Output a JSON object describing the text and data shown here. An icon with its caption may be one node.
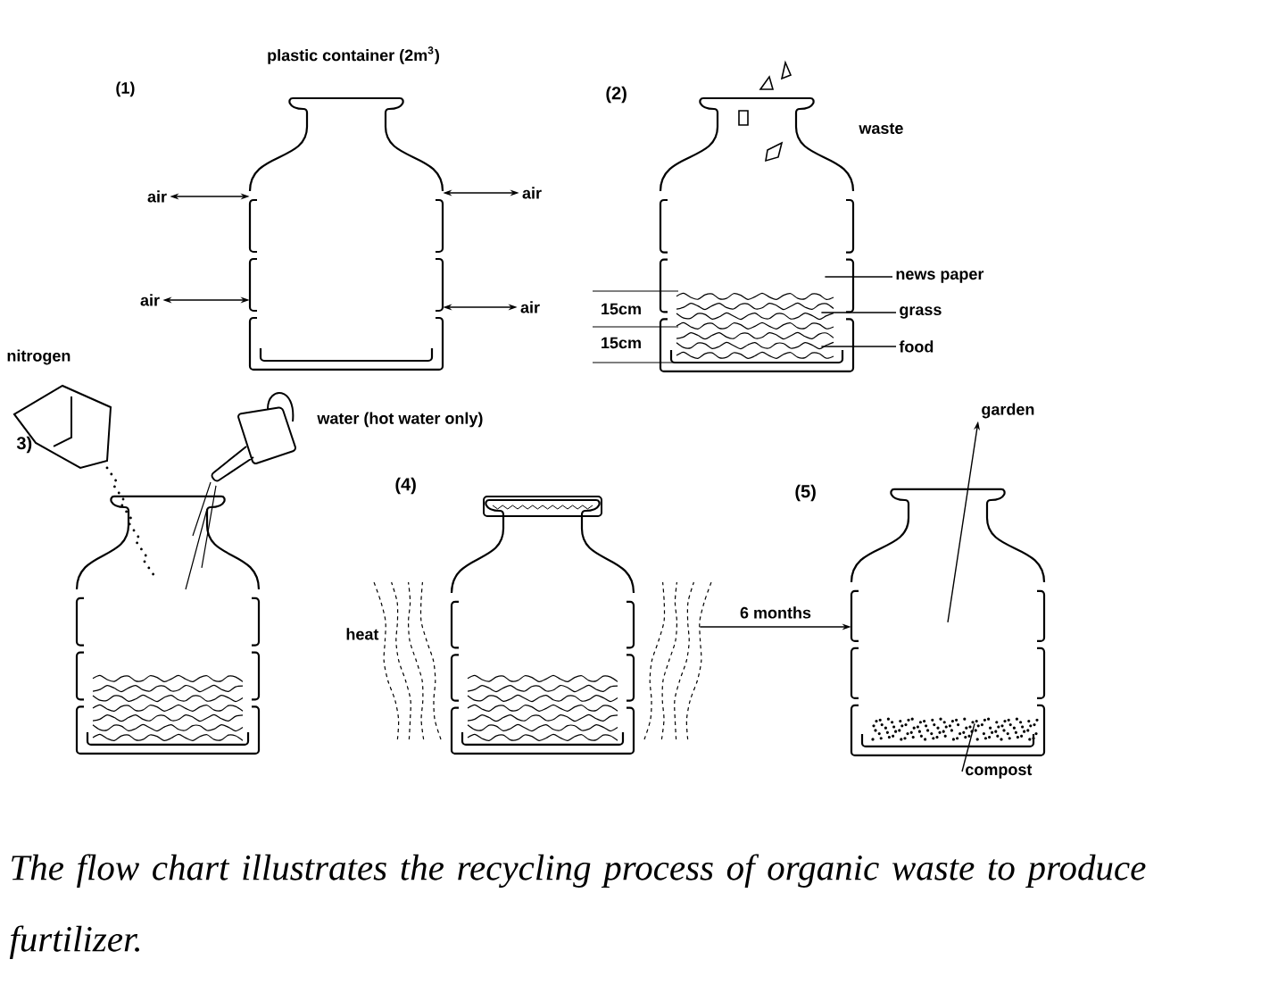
{
  "diagram": {
    "caption": "The flow chart illustrates the recycling process of organic waste to produce furtilizer.",
    "nodes": [
      {
        "text": [],
        "shape": "picture"
      },
      {
        "text": [
          "air"
        ]
      },
      {
        "text": [
          "air"
        ]
      },
      {
        "text": [
          "air"
        ]
      },
      {
        "text": [
          "air"
        ]
      },
      {
        "text": [],
        "shape": "picture",
        "beside": [
          "(2)",
          "waste"
        ]
      },
      {
        "text": [
          "news paper"
        ]
      },
      {
        "text": [
          "grass"
        ]
      },
      {
        "text": [
          "food"
        ]
      },
      {
        "text": [],
        "shape": "picture",
        "beside": [
          "3)"
        ]
      },
      {
        "text": [],
        "shape": "picture",
        "beside": [
          "(4)"
        ]
      },
      {
        "text": [],
        "shape": "picture",
        "beside": [
          "(5)"
        ]
      },
      {
        "text": [
          "garden"
        ]
      },
      {
        "text": [
          "compost"
        ]
      }
    ],
    "edges": [
      {
        "from": 1,
        "to": 0,
        "arrow": "both"
      },
      {
        "from": 2,
        "to": 0,
        "arrow": "both"
      },
      {
        "from": 3,
        "to": 0,
        "arrow": "both"
      },
      {
        "from": 4,
        "to": 0,
        "arrow": "both"
      },
      {
        "from": 6,
        "to": 5,
        "arrow": "none"
      },
      {
        "from": 7,
        "to": 5,
        "arrow": "none"
      },
      {
        "from": 8,
        "to": 5,
        "arrow": "none"
      },
      {
        "from": 10,
        "to": 11,
        "arrow": "to",
        "label": "6 months"
      },
      {
        "from": 11,
        "to": 12,
        "arrow": "to"
      },
      {
        "from": 13,
        "to": 11,
        "arrow": "none"
      }
    ],
    "labels": [
      "(1)",
      "plastic container (2m$^{3}$)",
      "15cm",
      "15cm",
      "nitrogen",
      "water (hot water only)",
      "heat"
    ]
  }
}
